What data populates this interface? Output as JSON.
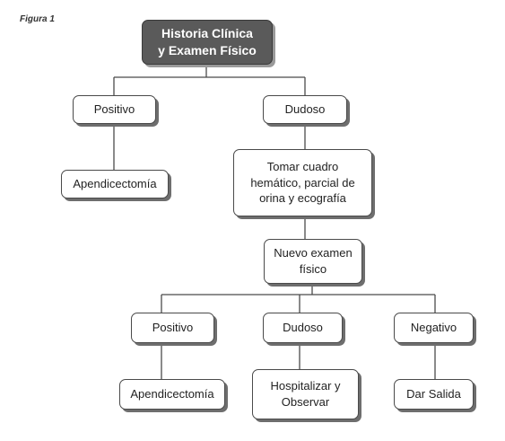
{
  "figure_label": "Figura 1",
  "nodes": {
    "root": "Historia Clínica\ny Examen Físico",
    "positivo_1": "Positivo",
    "dudoso_1": "Dudoso",
    "apendicectomia_1": "Apendicectomía",
    "tomar_cuadro": "Tomar cuadro\nhemático, parcial de\norina y ecografía",
    "nuevo_examen": "Nuevo examen\nfísico",
    "positivo_2": "Positivo",
    "dudoso_2": "Dudoso",
    "negativo": "Negativo",
    "apendicectomia_2": "Apendicectomía",
    "hospitalizar": "Hospitalizar y\nObservar",
    "dar_salida": "Dar Salida"
  },
  "colors": {
    "root_fill": "#5a5a5a",
    "line": "#4a4a4a",
    "shadow": "#6e6e6e"
  }
}
